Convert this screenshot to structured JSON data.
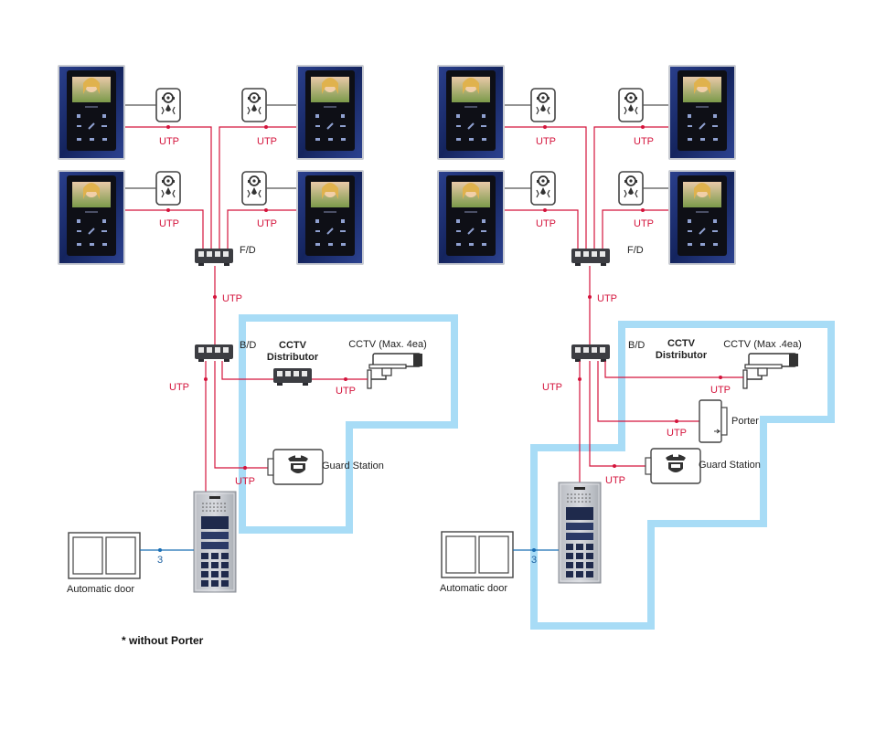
{
  "labels": {
    "utp": "UTP",
    "fd": "F/D",
    "bd": "B/D",
    "cctv_distributor_line1": "CCTV",
    "cctv_distributor_line2": "Distributor",
    "cctv_left": "CCTV (Max. 4ea)",
    "cctv_right": "CCTV (Max .4ea)",
    "guard_station": "Guard Station",
    "porter": "Porter",
    "automatic_door": "Automatic door",
    "cable_count": "3",
    "footnote": "* without Porter"
  },
  "colors": {
    "utp_line": "#d4143c",
    "door_line": "#1a6fb5",
    "zone_outline": "#a8dcf6",
    "monitor_frame": "#1b2c6b"
  },
  "icons": {
    "monitor": "video-monitor-icon",
    "door_camera": "door-camera-icon",
    "switch": "network-switch-icon",
    "cctv": "cctv-camera-icon",
    "guard": "guard-station-icon",
    "porter": "porter-icon",
    "lobby_panel": "lobby-panel-icon",
    "door": "automatic-door-icon"
  }
}
